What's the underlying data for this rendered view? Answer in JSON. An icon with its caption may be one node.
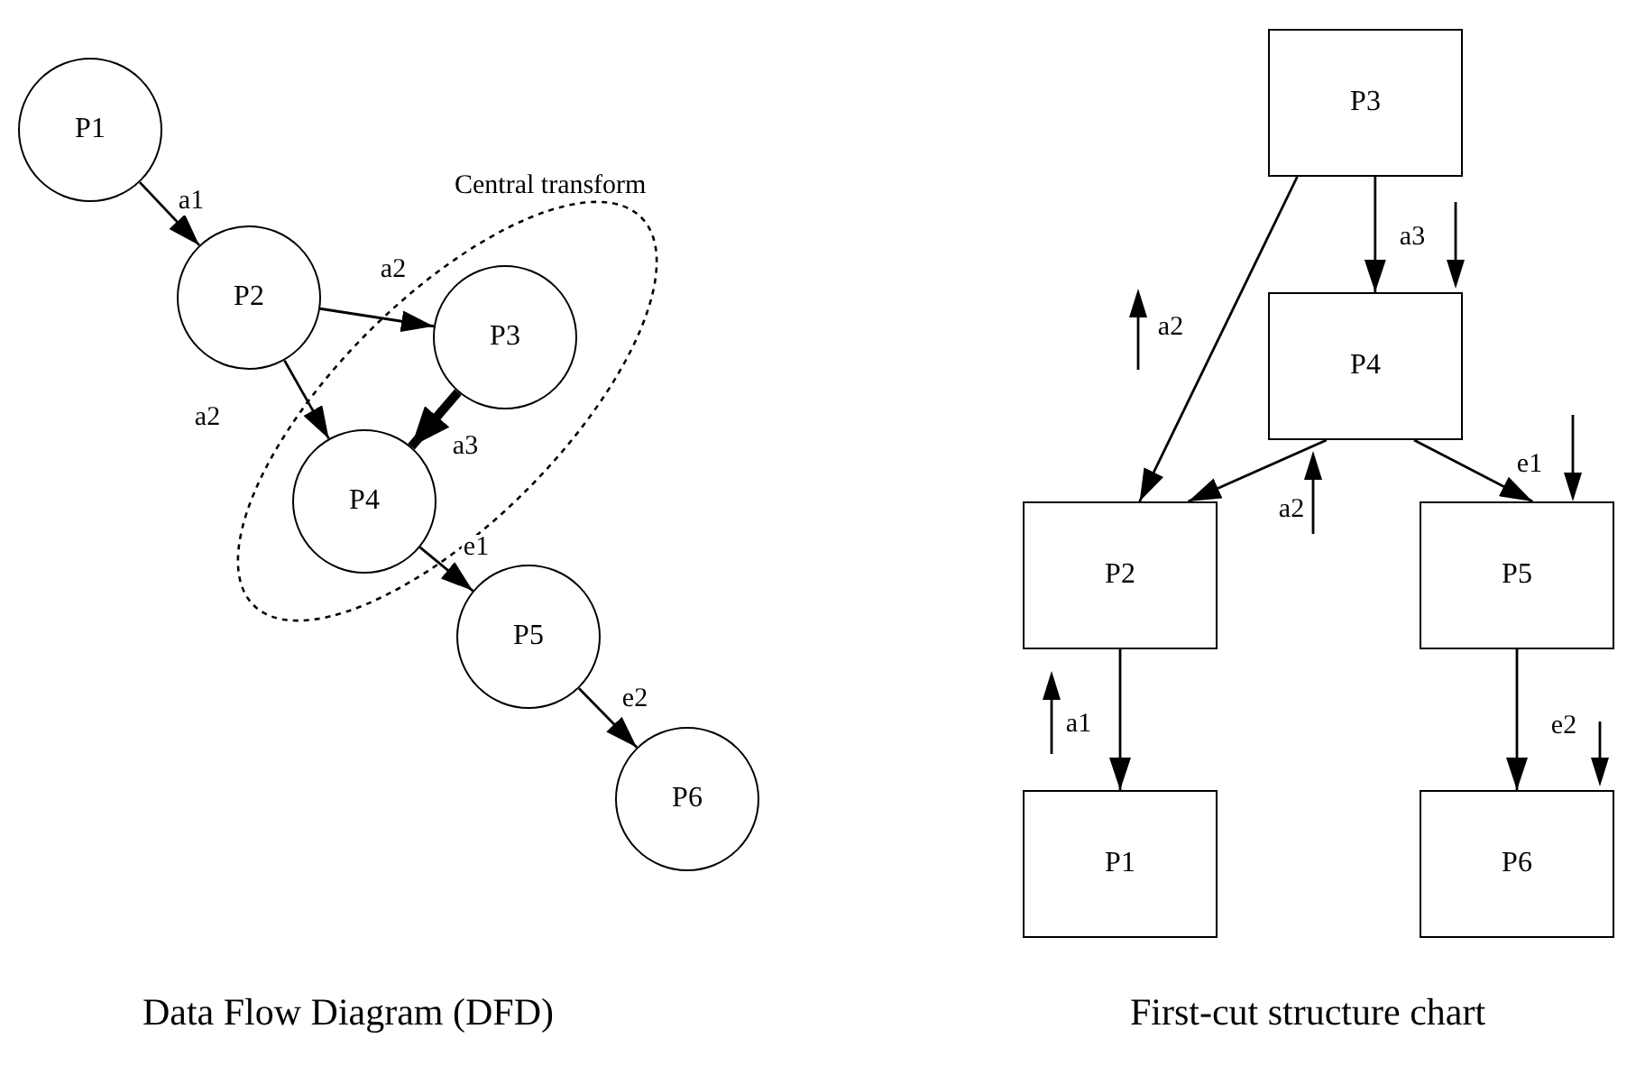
{
  "diagram": {
    "nodes": [
      {
        "text": [
          "P1"
        ]
      },
      {
        "text": [
          "P2"
        ]
      },
      {
        "text": [
          "Central transform"
        ]
      },
      {
        "text": [
          "P3"
        ],
        "in": 2
      },
      {
        "text": [
          "P4"
        ],
        "in": 2
      },
      {
        "text": [
          "P5"
        ]
      },
      {
        "text": [
          "P6"
        ]
      },
      {
        "text": [
          "P3"
        ]
      },
      {
        "text": [
          "P4"
        ]
      },
      {
        "text": [
          "P2"
        ]
      },
      {
        "text": [
          "P5"
        ]
      },
      {
        "text": [
          "P1"
        ]
      },
      {
        "text": [
          "P6"
        ]
      }
    ],
    "edges": [
      {
        "from": 0,
        "to": 1,
        "arrow": "to",
        "label": "a1"
      },
      {
        "from": 1,
        "to": 3,
        "arrow": "to",
        "label": "a2"
      },
      {
        "from": 1,
        "to": 4,
        "arrow": "to",
        "label": "a2"
      },
      {
        "from": 3,
        "to": 4,
        "arrow": "to",
        "label": "a3",
        "style": "thick"
      },
      {
        "from": 4,
        "to": 5,
        "arrow": "to",
        "label": "e1"
      },
      {
        "from": 5,
        "to": 6,
        "arrow": "to",
        "label": "e2"
      },
      {
        "from": 7,
        "to": 8,
        "arrow": "to",
        "label": "a3"
      },
      {
        "from": 7,
        "to": 9,
        "arrow": "to",
        "label": "a2"
      },
      {
        "from": 8,
        "to": 9,
        "arrow": "to",
        "label": "a2"
      },
      {
        "from": 8,
        "to": 10,
        "arrow": "to",
        "label": "e1"
      },
      {
        "from": 9,
        "to": 11,
        "arrow": "to",
        "label": "a1"
      },
      {
        "from": 10,
        "to": 12,
        "arrow": "to",
        "label": "e2"
      }
    ],
    "labels": [
      "Data Flow Diagram (DFD)",
      "First-cut structure chart"
    ]
  }
}
